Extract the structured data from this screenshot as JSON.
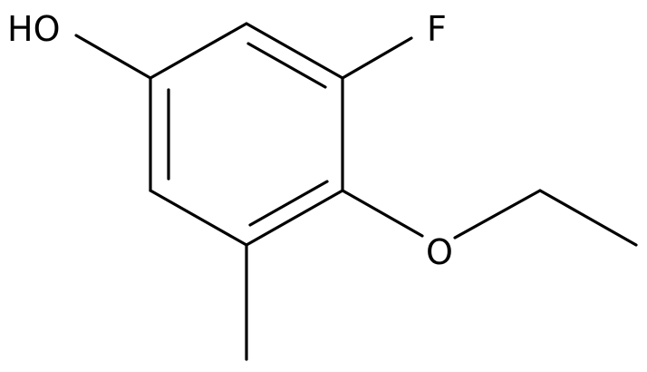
{
  "molecule": {
    "atoms": {
      "hydroxyl": "HO",
      "fluorine": "F",
      "ether_oxygen": "O"
    },
    "colors": {
      "bond": "#000000",
      "label": "#000000",
      "background": "#ffffff"
    }
  }
}
